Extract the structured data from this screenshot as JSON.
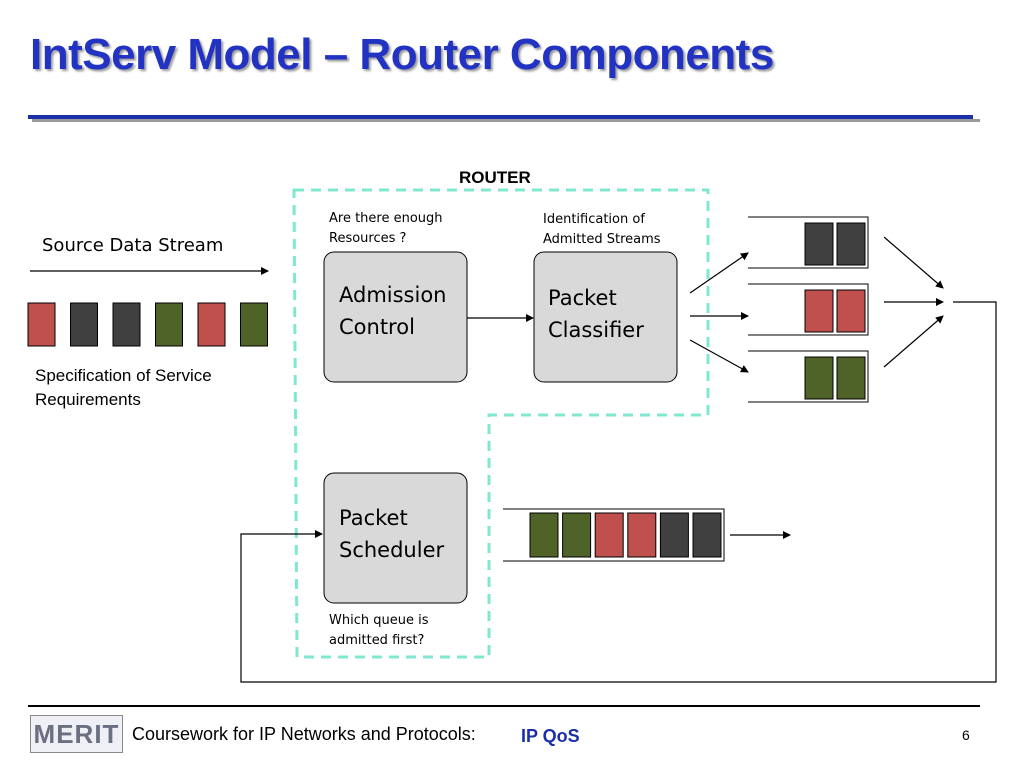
{
  "slide": {
    "title": "IntServ Model – Router Components",
    "page_number": "6"
  },
  "diagram": {
    "router_label": "ROUTER",
    "source_stream_label": "Source Data Stream",
    "spec_label_line1": "Specification of Service",
    "spec_label_line2": "Requirements",
    "admission_question_line1": "Are there enough",
    "admission_question_line2": "Resources ?",
    "classifier_note_line1": "Identification of",
    "classifier_note_line2": "Admitted Streams",
    "scheduler_question_line1": "Which queue is",
    "scheduler_question_line2": "admitted first?",
    "boxes": {
      "admission_line1": "Admission",
      "admission_line2": "Control",
      "classifier_line1": "Packet",
      "classifier_line2": "Classifier",
      "scheduler_line1": "Packet",
      "scheduler_line2": "Scheduler"
    },
    "colors": {
      "red": "#c0504d",
      "dark": "#404040",
      "green": "#4f6228",
      "router_dash": "#7fe8cf",
      "box_fill": "#d9d9d9"
    },
    "source_packets": [
      "red",
      "dark",
      "dark",
      "green",
      "red",
      "green"
    ],
    "queues": [
      [
        "dark",
        "dark"
      ],
      [
        "red",
        "red"
      ],
      [
        "green",
        "green"
      ]
    ],
    "output_packets": [
      "green",
      "green",
      "red",
      "red",
      "dark",
      "dark"
    ]
  },
  "footer": {
    "logo_text": "MERIT",
    "course_text": "Coursework for IP Networks and Protocols:",
    "topic": "IP QoS"
  }
}
